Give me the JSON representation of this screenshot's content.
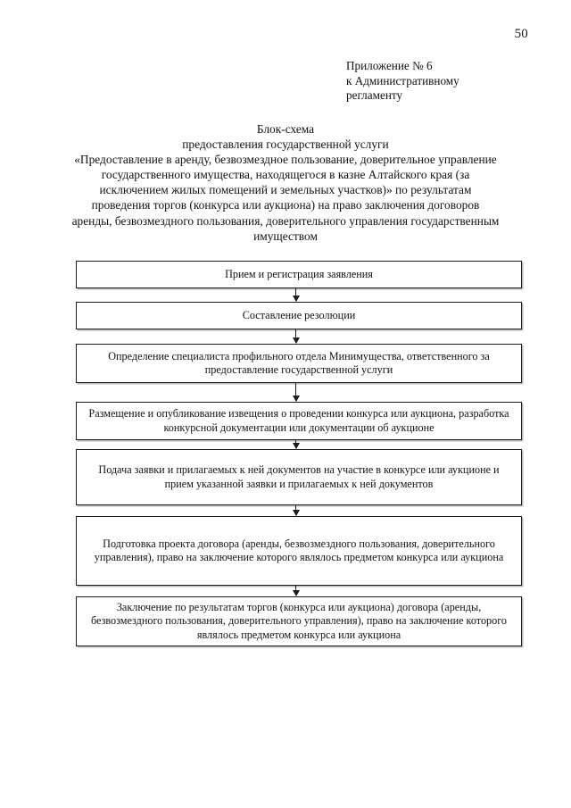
{
  "page": {
    "number": "50",
    "background_color": "#ffffff",
    "text_color": "#131313",
    "line_color": "#1c1c1c"
  },
  "appendix": {
    "line1": "Приложение № 6",
    "line2": "к Административному",
    "line3": "регламенту"
  },
  "title": {
    "lines": [
      "Блок-схема",
      "предоставления государственной услуги",
      "«Предоставление в аренду, безвозмездное пользование, доверительное управление",
      "государственного имущества, находящегося в казне Алтайского края (за",
      "исключением жилых помещений и земельных участков)» по результатам",
      "проведения торгов (конкурса или аукциона) на право заключения договоров",
      "аренды, безвозмездного пользования, доверительного управления государственным",
      "имуществом"
    ]
  },
  "flowchart": {
    "type": "process-flow",
    "orientation": "vertical",
    "connector": "down-arrow",
    "steps": [
      {
        "index": 1,
        "label": "Прием и регистрация заявления"
      },
      {
        "index": 2,
        "label": "Составление резолюции"
      },
      {
        "index": 3,
        "label": "Определение специалиста профильного отдела Минимущества, ответственного за предоставление государственной услуги"
      },
      {
        "index": 4,
        "label": "Размещение и опубликование извещения о проведении конкурса или аукциона, разработка конкурсной документации или документации об аукционе"
      },
      {
        "index": 5,
        "label": "Подача заявки и прилагаемых к ней документов на участие в конкурсе или аукционе и прием указанной заявки и прилагаемых к ней документов"
      },
      {
        "index": 6,
        "label": "Подготовка проекта договора (аренды, безвозмездного пользования, доверительного управления), право на заключение которого являлось предметом конкурса или аукциона"
      },
      {
        "index": 7,
        "label": "Заключение по результатам торгов (конкурса или аукциона) договора (аренды, безвозмездного пользования, доверительного управления), право на заключение которого являлось предметом конкурса или аукциона"
      }
    ]
  }
}
